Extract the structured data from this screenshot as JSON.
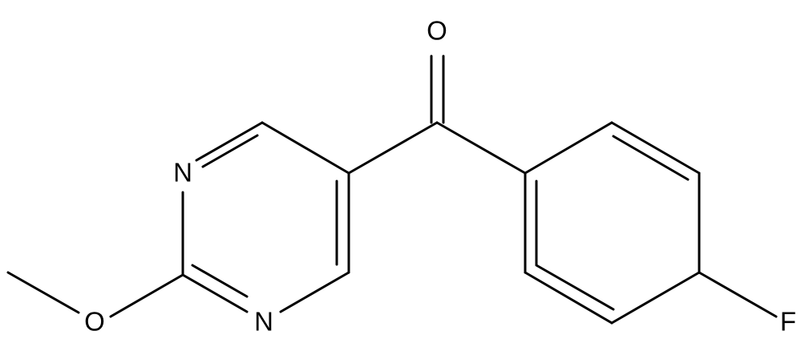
{
  "molecule": {
    "atoms": {
      "O_carbonyl": "O",
      "N_top": "N",
      "N_bottom": "N",
      "O_methoxy": "O",
      "F": "F"
    }
  },
  "colors": {
    "bond": "#000000",
    "label": "#000000",
    "background": "#ffffff"
  }
}
